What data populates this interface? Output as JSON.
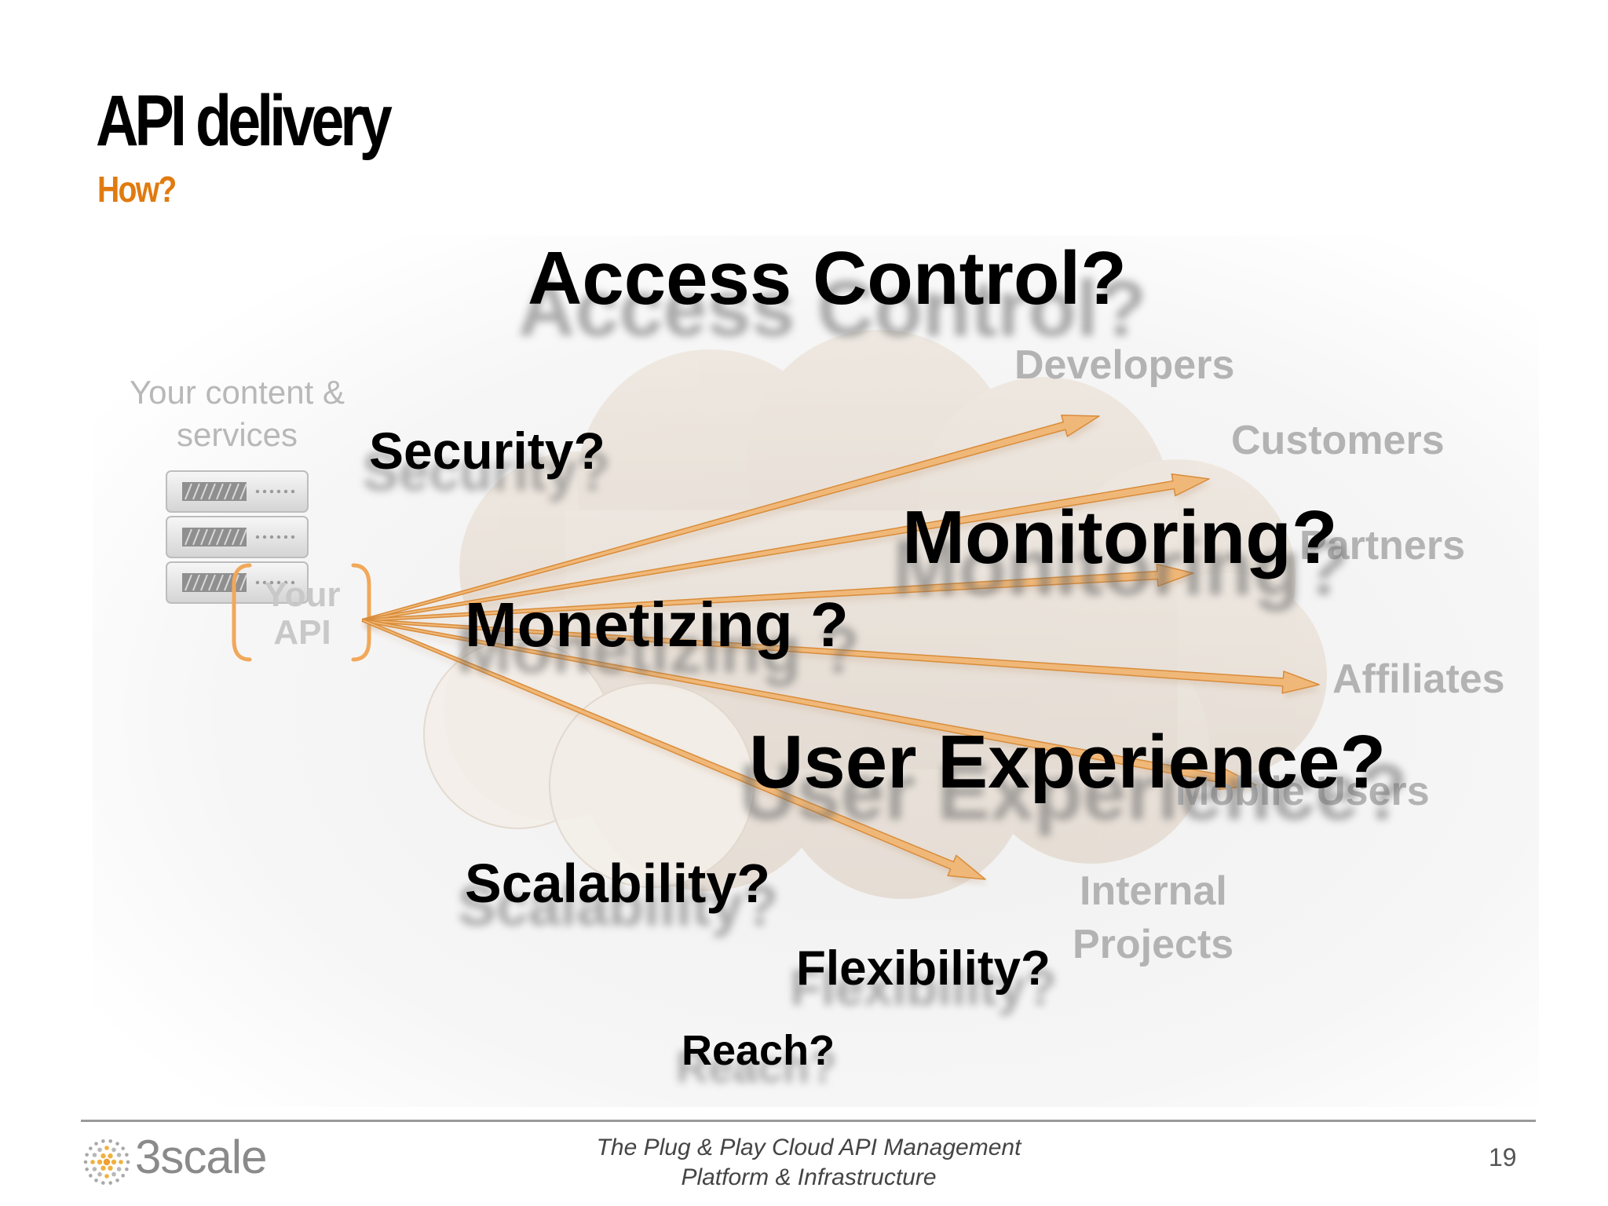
{
  "slide": {
    "title": "API delivery",
    "subtitle": "How?",
    "source_label": [
      "Your content &",
      "services"
    ],
    "api_label": [
      "Your",
      "API"
    ],
    "audiences": [
      "Developers",
      "Customers",
      "Partners",
      "Affiliates",
      "Mobile Users",
      "Internal",
      "Projects"
    ],
    "questions": {
      "access_control": "Access Control?",
      "security": "Security?",
      "monitoring": "Monitoring?",
      "monetizing": "Monetizing ?",
      "user_experience": "User Experience?",
      "scalability": "Scalability?",
      "flexibility": "Flexibility?",
      "reach": "Reach?"
    }
  },
  "footer": {
    "logo_text": "3scale",
    "tagline_line1": "The Plug & Play Cloud API Management",
    "tagline_line2": "Platform & Infrastructure",
    "page_number": "19"
  },
  "colors": {
    "subtitle": "#e07b10",
    "arrow": "#f0b878",
    "arrow_edge": "#d98c3a",
    "muted_text": "#b3b3b3",
    "cloud": "#ddd0c2"
  }
}
